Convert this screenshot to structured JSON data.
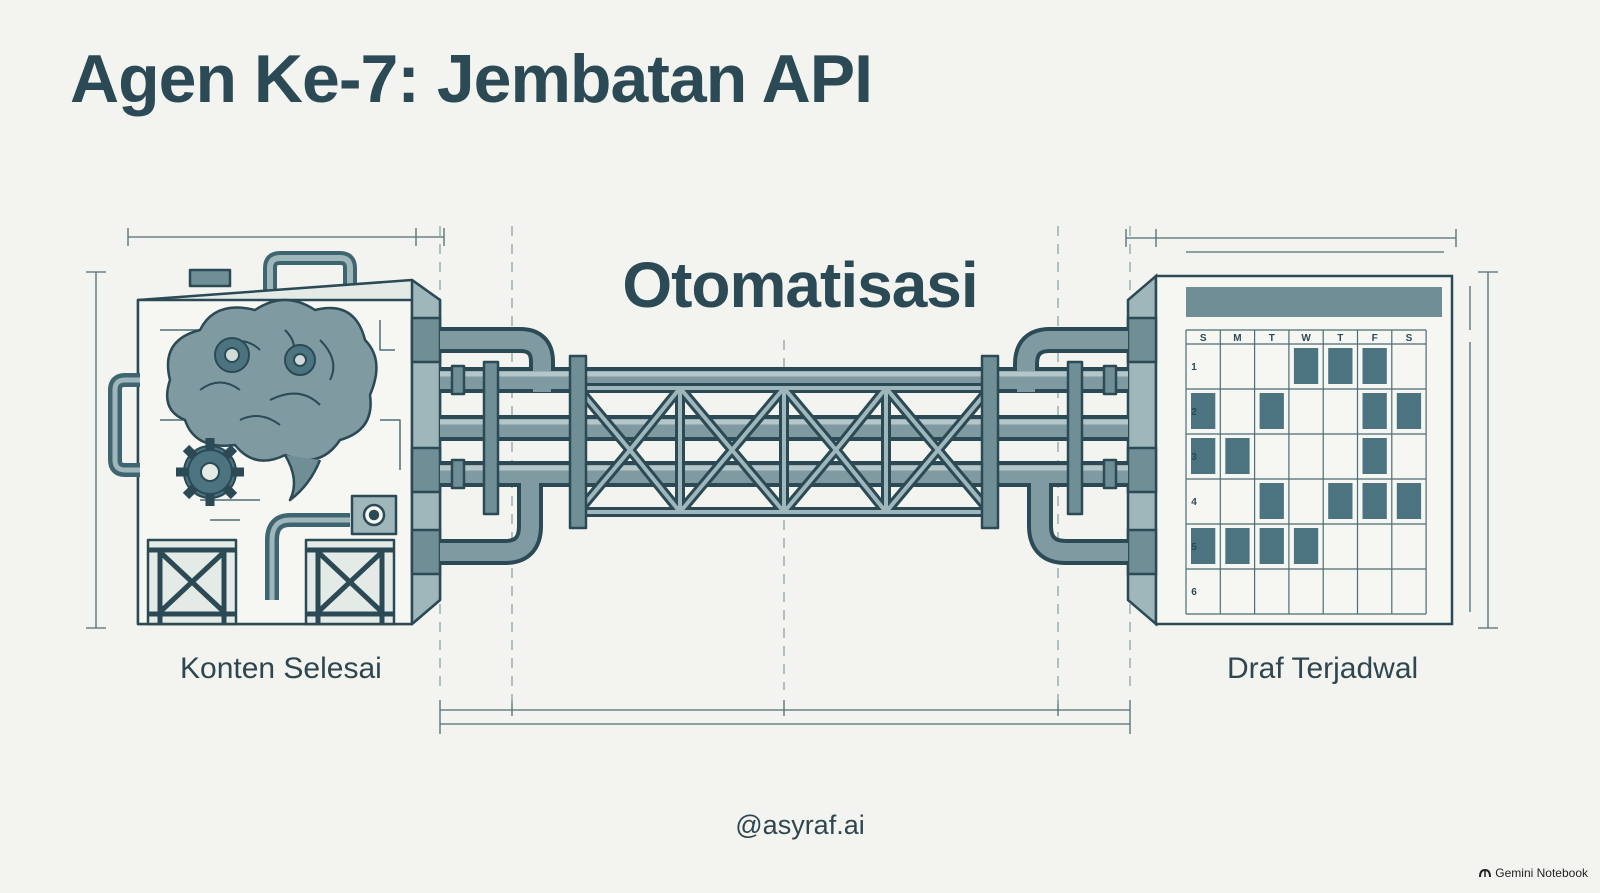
{
  "title": "Agen Ke-7: Jembatan API",
  "center_label": "Otomatisasi",
  "left_caption": "Konten Selesai",
  "right_caption": "Draf Terjadwal",
  "handle": "@asyraf.ai",
  "badge": "Gemini Notebook",
  "calendar": {
    "days": [
      "S",
      "M",
      "T",
      "W",
      "T",
      "F",
      "S"
    ],
    "rows": [
      "1",
      "2",
      "3",
      "4",
      "5",
      "6"
    ]
  },
  "colors": {
    "ink": "#2b4a55",
    "pipe": "#6f8e96",
    "pipe_dark": "#3f6670",
    "fill": "#4c7480",
    "background": "#f3f4ef"
  },
  "icons": [
    "brain-icon",
    "gear-icon",
    "calendar-icon",
    "pipe-icon",
    "truss-bridge-icon"
  ]
}
